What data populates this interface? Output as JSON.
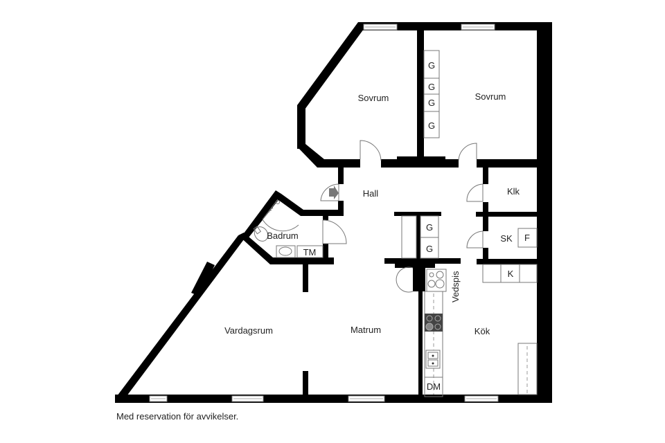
{
  "floorplan": {
    "rooms": {
      "sovrum_left": "Sovrum",
      "sovrum_right": "Sovrum",
      "hall": "Hall",
      "klk": "Klk",
      "sk": "SK",
      "badrum": "Badrum",
      "vardagsrum": "Vardagsrum",
      "matrum": "Matrum",
      "kok": "Kök"
    },
    "fixtures": {
      "wardrobe": "G",
      "tvattmaskin": "TM",
      "freezer": "F",
      "fridge": "K",
      "dishwasher": "DM",
      "wood_stove": "Vedspis"
    },
    "colors": {
      "wall": "#000000",
      "fixture_line": "#777777",
      "stove_dark": "#444444"
    }
  },
  "footer": {
    "disclaimer": "Med reservation för avvikelser."
  }
}
